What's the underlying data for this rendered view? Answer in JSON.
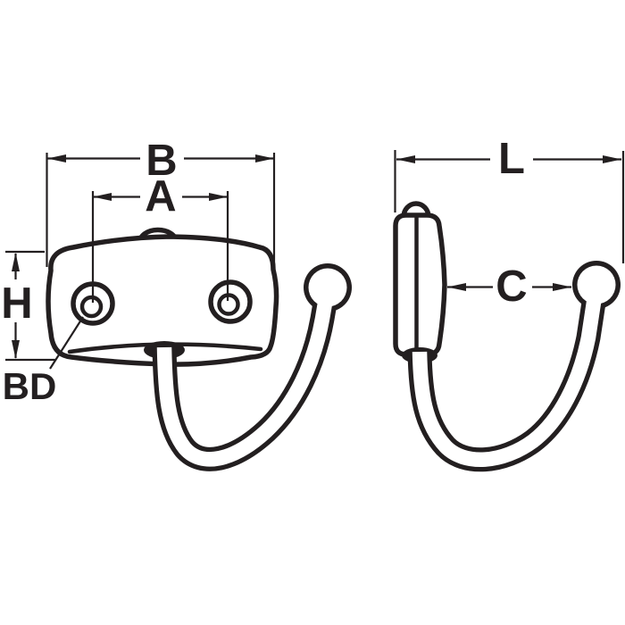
{
  "diagram": {
    "background_color": "#ffffff",
    "line_color": "#231f20",
    "views": {
      "front": {
        "labels": {
          "width": "B",
          "hole_spacing": "A",
          "height": "H",
          "hole_diameter": "BD"
        }
      },
      "side": {
        "labels": {
          "length": "L",
          "depth": "C"
        }
      }
    }
  }
}
